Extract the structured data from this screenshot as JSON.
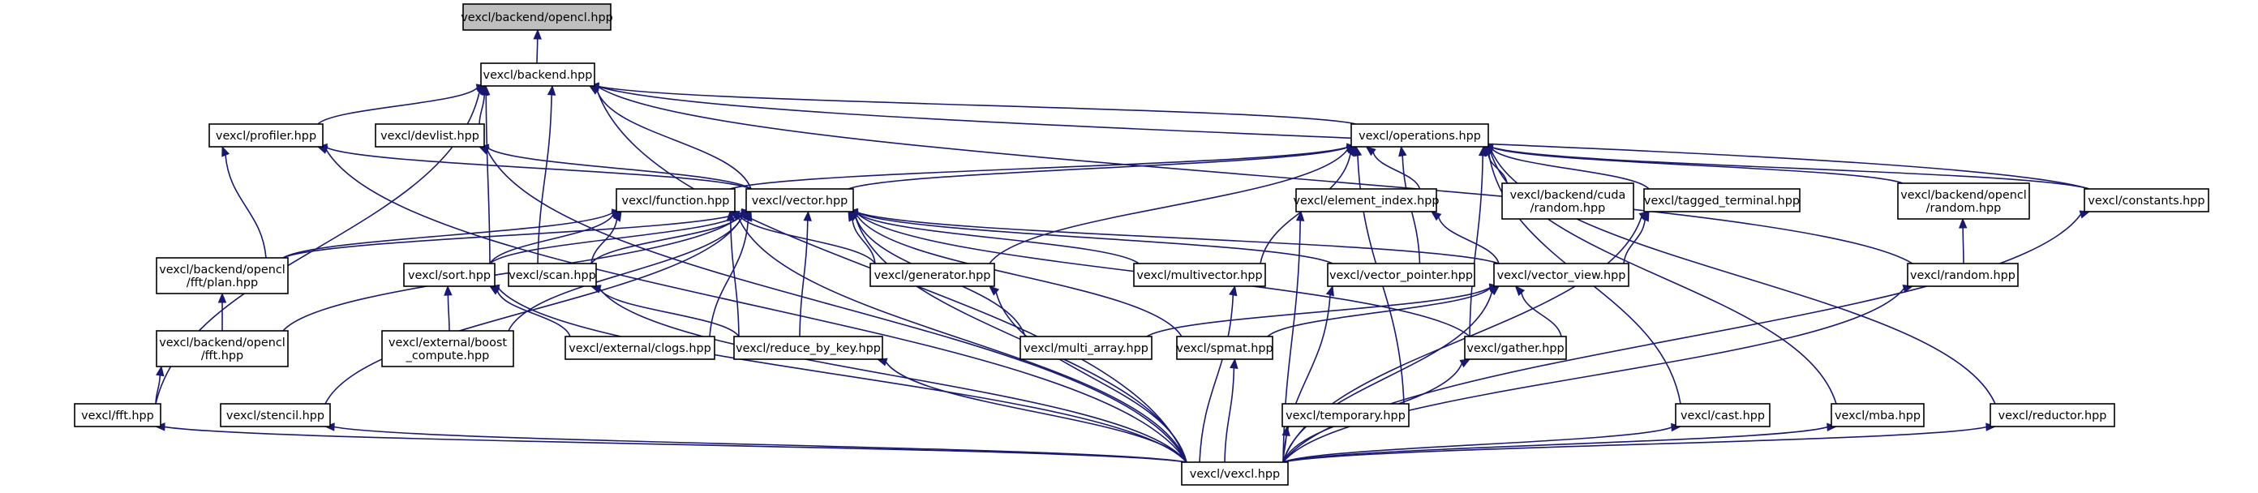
{
  "nodes": [
    {
      "id": "opencl",
      "lines": [
        "vexcl/backend/opencl.hpp"
      ],
      "root": true
    },
    {
      "id": "backend",
      "lines": [
        "vexcl/backend.hpp"
      ]
    },
    {
      "id": "profiler",
      "lines": [
        "vexcl/profiler.hpp"
      ]
    },
    {
      "id": "devlist",
      "lines": [
        "vexcl/devlist.hpp"
      ]
    },
    {
      "id": "operations",
      "lines": [
        "vexcl/operations.hpp"
      ]
    },
    {
      "id": "constants",
      "lines": [
        "vexcl/constants.hpp"
      ]
    },
    {
      "id": "function",
      "lines": [
        "vexcl/function.hpp"
      ]
    },
    {
      "id": "vector",
      "lines": [
        "vexcl/vector.hpp"
      ]
    },
    {
      "id": "element_index",
      "lines": [
        "vexcl/element_index.hpp"
      ]
    },
    {
      "id": "cuda_random",
      "lines": [
        "vexcl/backend/cuda",
        "/random.hpp"
      ]
    },
    {
      "id": "tagged_terminal",
      "lines": [
        "vexcl/tagged_terminal.hpp"
      ]
    },
    {
      "id": "opencl_random",
      "lines": [
        "vexcl/backend/opencl",
        "/random.hpp"
      ]
    },
    {
      "id": "fft_plan",
      "lines": [
        "vexcl/backend/opencl",
        "/fft/plan.hpp"
      ]
    },
    {
      "id": "sort",
      "lines": [
        "vexcl/sort.hpp"
      ]
    },
    {
      "id": "scan",
      "lines": [
        "vexcl/scan.hpp"
      ]
    },
    {
      "id": "generator",
      "lines": [
        "vexcl/generator.hpp"
      ]
    },
    {
      "id": "multivector",
      "lines": [
        "vexcl/multivector.hpp"
      ]
    },
    {
      "id": "vector_pointer",
      "lines": [
        "vexcl/vector_pointer.hpp"
      ]
    },
    {
      "id": "vector_view",
      "lines": [
        "vexcl/vector_view.hpp"
      ]
    },
    {
      "id": "random",
      "lines": [
        "vexcl/random.hpp"
      ]
    },
    {
      "id": "opencl_fft",
      "lines": [
        "vexcl/backend/opencl",
        "/fft.hpp"
      ]
    },
    {
      "id": "boost_compute",
      "lines": [
        "vexcl/external/boost",
        "_compute.hpp"
      ]
    },
    {
      "id": "clogs",
      "lines": [
        "vexcl/external/clogs.hpp"
      ]
    },
    {
      "id": "reduce_by_key",
      "lines": [
        "vexcl/reduce_by_key.hpp"
      ]
    },
    {
      "id": "multi_array",
      "lines": [
        "vexcl/multi_array.hpp"
      ]
    },
    {
      "id": "spmat",
      "lines": [
        "vexcl/spmat.hpp"
      ]
    },
    {
      "id": "gather",
      "lines": [
        "vexcl/gather.hpp"
      ]
    },
    {
      "id": "fft",
      "lines": [
        "vexcl/fft.hpp"
      ]
    },
    {
      "id": "stencil",
      "lines": [
        "vexcl/stencil.hpp"
      ]
    },
    {
      "id": "temporary",
      "lines": [
        "vexcl/temporary.hpp"
      ]
    },
    {
      "id": "cast",
      "lines": [
        "vexcl/cast.hpp"
      ]
    },
    {
      "id": "mba",
      "lines": [
        "vexcl/mba.hpp"
      ]
    },
    {
      "id": "reductor",
      "lines": [
        "vexcl/reductor.hpp"
      ]
    },
    {
      "id": "vexcl",
      "lines": [
        "vexcl/vexcl.hpp"
      ]
    }
  ],
  "edges": [
    [
      "backend",
      "opencl"
    ],
    [
      "profiler",
      "backend"
    ],
    [
      "devlist",
      "backend"
    ],
    [
      "operations",
      "backend"
    ],
    [
      "constants",
      "backend"
    ],
    [
      "vector",
      "backend"
    ],
    [
      "sort",
      "backend"
    ],
    [
      "scan",
      "backend"
    ],
    [
      "random",
      "backend"
    ],
    [
      "fft",
      "backend"
    ],
    [
      "vexcl",
      "backend"
    ],
    [
      "vector",
      "profiler"
    ],
    [
      "fft_plan",
      "profiler"
    ],
    [
      "vexcl",
      "profiler"
    ],
    [
      "vector",
      "devlist"
    ],
    [
      "vexcl",
      "devlist"
    ],
    [
      "function",
      "operations"
    ],
    [
      "vector",
      "operations"
    ],
    [
      "element_index",
      "operations"
    ],
    [
      "cuda_random",
      "operations"
    ],
    [
      "tagged_terminal",
      "operations"
    ],
    [
      "opencl_random",
      "operations"
    ],
    [
      "constants",
      "operations"
    ],
    [
      "generator",
      "operations"
    ],
    [
      "multivector",
      "operations"
    ],
    [
      "vector_pointer",
      "operations"
    ],
    [
      "temporary",
      "operations"
    ],
    [
      "cast",
      "operations"
    ],
    [
      "gather",
      "operations"
    ],
    [
      "mba",
      "operations"
    ],
    [
      "reductor",
      "operations"
    ],
    [
      "fft_plan",
      "function"
    ],
    [
      "sort",
      "function"
    ],
    [
      "scan",
      "function"
    ],
    [
      "generator",
      "function"
    ],
    [
      "reduce_by_key",
      "function"
    ],
    [
      "vexcl",
      "function"
    ],
    [
      "fft_plan",
      "vector"
    ],
    [
      "opencl_fft",
      "vector"
    ],
    [
      "stencil",
      "vector"
    ],
    [
      "sort",
      "vector"
    ],
    [
      "scan",
      "vector"
    ],
    [
      "generator",
      "vector"
    ],
    [
      "multivector",
      "vector"
    ],
    [
      "vector_pointer",
      "vector"
    ],
    [
      "vector_view",
      "vector"
    ],
    [
      "boost_compute",
      "vector"
    ],
    [
      "clogs",
      "vector"
    ],
    [
      "reduce_by_key",
      "vector"
    ],
    [
      "multi_array",
      "vector"
    ],
    [
      "spmat",
      "vector"
    ],
    [
      "gather",
      "vector"
    ],
    [
      "vexcl",
      "vector"
    ],
    [
      "vector_view",
      "element_index"
    ],
    [
      "vexcl",
      "element_index"
    ],
    [
      "vector_view",
      "tagged_terminal"
    ],
    [
      "vexcl",
      "tagged_terminal"
    ],
    [
      "random",
      "opencl_random"
    ],
    [
      "vexcl",
      "constants"
    ],
    [
      "opencl_fft",
      "fft_plan"
    ],
    [
      "fft",
      "opencl_fft"
    ],
    [
      "boost_compute",
      "sort"
    ],
    [
      "clogs",
      "sort"
    ],
    [
      "vexcl",
      "sort"
    ],
    [
      "reduce_by_key",
      "scan"
    ],
    [
      "vexcl",
      "scan"
    ],
    [
      "vexcl",
      "generator"
    ],
    [
      "vexcl",
      "multivector"
    ],
    [
      "vexcl",
      "vector_pointer"
    ],
    [
      "multi_array",
      "vector_view"
    ],
    [
      "spmat",
      "vector_view"
    ],
    [
      "gather",
      "vector_view"
    ],
    [
      "vexcl",
      "vector_view"
    ],
    [
      "vexcl",
      "random"
    ],
    [
      "vexcl",
      "reduce_by_key"
    ],
    [
      "vexcl",
      "spmat"
    ],
    [
      "vexcl",
      "gather"
    ],
    [
      "vexcl",
      "fft"
    ],
    [
      "vexcl",
      "stencil"
    ],
    [
      "vexcl",
      "temporary"
    ],
    [
      "vexcl",
      "cast"
    ],
    [
      "vexcl",
      "mba"
    ],
    [
      "vexcl",
      "reductor"
    ]
  ],
  "colors": {
    "edge": "#191970",
    "root_fill": "#bfbfbf",
    "node_fill": "#ffffff",
    "border": "#000000"
  }
}
